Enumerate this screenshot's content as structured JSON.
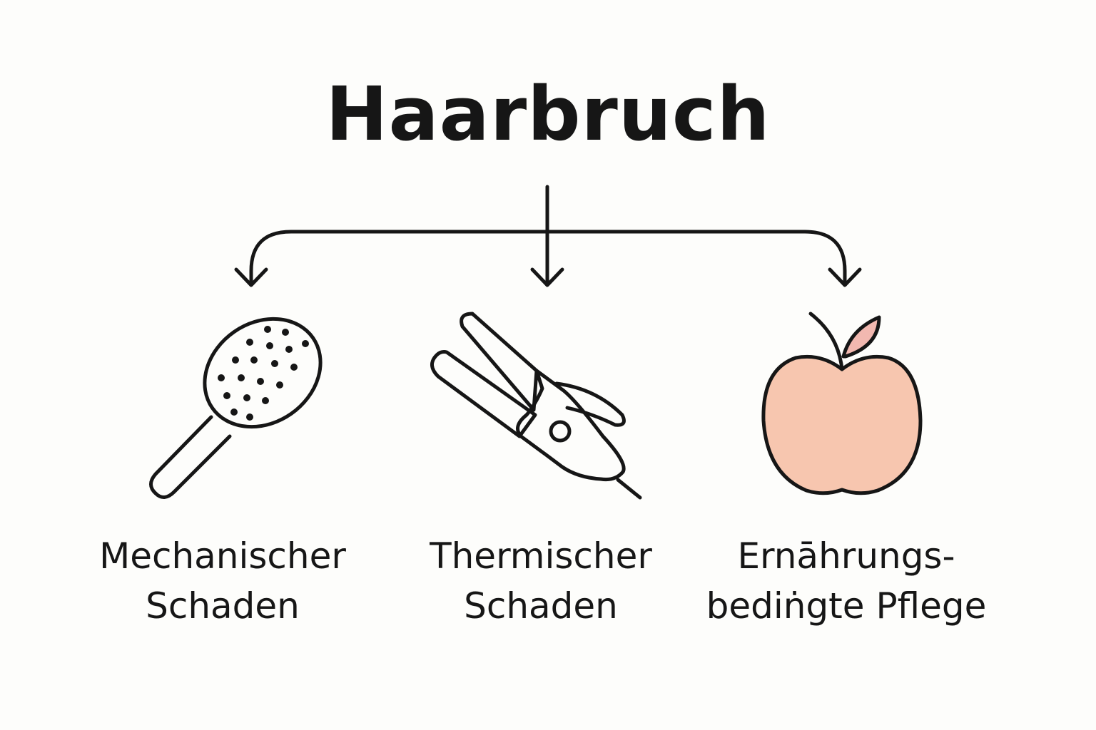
{
  "title": "Haarbruch",
  "colors": {
    "stroke": "#161616",
    "apple_fill": "#f7c6af",
    "leaf_accent": "#f2b8b0",
    "background": "#fdfdfb"
  },
  "branches": [
    {
      "icon": "hairbrush-icon",
      "label_line1": "Mechanischer",
      "label_line2": "Schaden"
    },
    {
      "icon": "hair-straightener-icon",
      "label_line1": "Thermischer",
      "label_line2": "Schaden"
    },
    {
      "icon": "apple-icon",
      "label_line1": "Ernāhrungs-",
      "label_line2": "bediṅgte Pflege"
    }
  ]
}
